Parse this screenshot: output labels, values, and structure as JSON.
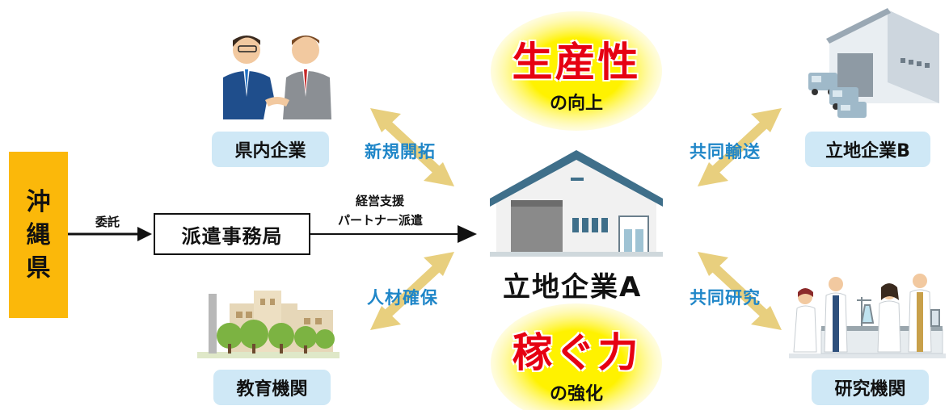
{
  "okinawa": {
    "label": "沖縄県",
    "chars": [
      "沖",
      "縄",
      "県"
    ]
  },
  "commission_label": "委託",
  "office_label": "派遣事務局",
  "support": {
    "line1": "経営支援",
    "line2": "パートナー派遣"
  },
  "center_company": "立地企業A",
  "bubbles": {
    "productivity": {
      "main": "生産性",
      "sub": "の向上"
    },
    "earning": {
      "main": "稼ぐ力",
      "sub": "の強化"
    }
  },
  "nodes": {
    "local_companies": "県内企業",
    "education": "教育機関",
    "company_b": "立地企業B",
    "research": "研究機関"
  },
  "relations": {
    "new_business": "新規開拓",
    "talent": "人材確保",
    "joint_transport": "共同輸送",
    "joint_research": "共同研究"
  },
  "colors": {
    "okinawa_box": "#fbb80a",
    "pill_bg": "#cfe8f6",
    "relation_text": "#1f86c8",
    "bubble_text": "#e60012",
    "bubble_glow": "#fff200",
    "arrow_gold": "#e8cf7e"
  }
}
